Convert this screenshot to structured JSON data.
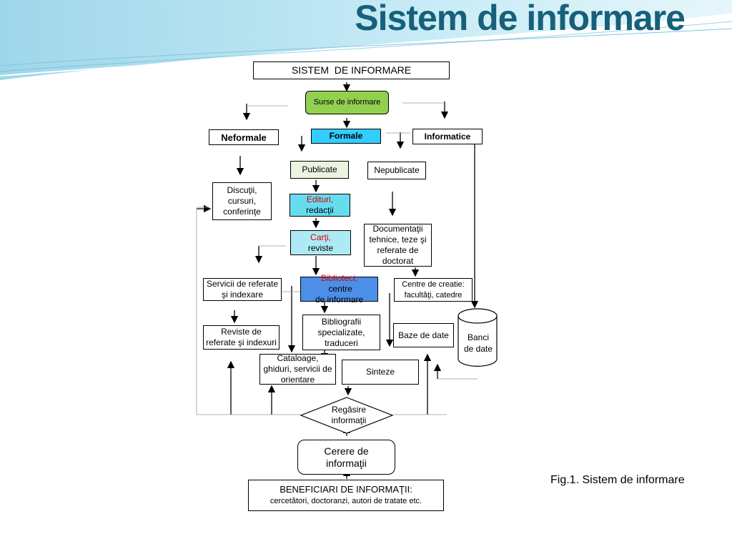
{
  "title": "Sistem de informare",
  "caption": "Fig.1. Sistem de informare",
  "colors": {
    "title": "#17607a",
    "surse_fill": "#92d050",
    "formale_fill": "#33ccff",
    "edituri_fill": "#66ddee",
    "carti_fill": "#aeeaf4",
    "biblioteci_fill": "#4d8fe8",
    "publicate_fill": "#eaf5e0",
    "red_text": "#d40000"
  },
  "nodes": {
    "sistem": "SISTEM  DE INFORMARE",
    "surse": "Surse de informare",
    "neformale": "Neformale",
    "formale": "Formale",
    "informatice": "Informatice",
    "publicate": "Publicate",
    "nepublicate": "Nepublicate",
    "discutii": [
      "Discuţii,",
      "cursuri,",
      "conferinţe"
    ],
    "edituri": {
      "red": "Edituri,",
      "rest": "redacţii"
    },
    "documentatii": [
      "Documentaţii",
      "tehnice, teze şi",
      "referate de",
      "doctorat"
    ],
    "carti": {
      "red": "Carţi,",
      "rest": "reviste"
    },
    "servicii": [
      "Servicii de referate",
      "şi indexare"
    ],
    "biblioteci": {
      "red": "Biblioteci,",
      "rest1": " centre",
      "rest2": "de informare"
    },
    "centre_creatie": [
      "Centre de creatie:",
      "facultăţi, catedre"
    ],
    "bibliografii": [
      "Bibliografii",
      "specializate,",
      "traduceri"
    ],
    "baze": "Baze de date",
    "banci": [
      "Banci",
      "de date"
    ],
    "reviste_referate": [
      "Reviste de",
      "referate şi indexuri"
    ],
    "cataloage": [
      "Cataloage,",
      "ghiduri, servicii de",
      "orientare"
    ],
    "sinteze": "Sinteze",
    "regasire": [
      "Regăsire",
      "informaţii"
    ],
    "cerere": [
      "Cerere de",
      "informaţii"
    ],
    "beneficiari": [
      "BENEFICIARI DE INFORMAŢII:",
      "cercetători, doctoranzi, autori de tratate etc."
    ]
  }
}
